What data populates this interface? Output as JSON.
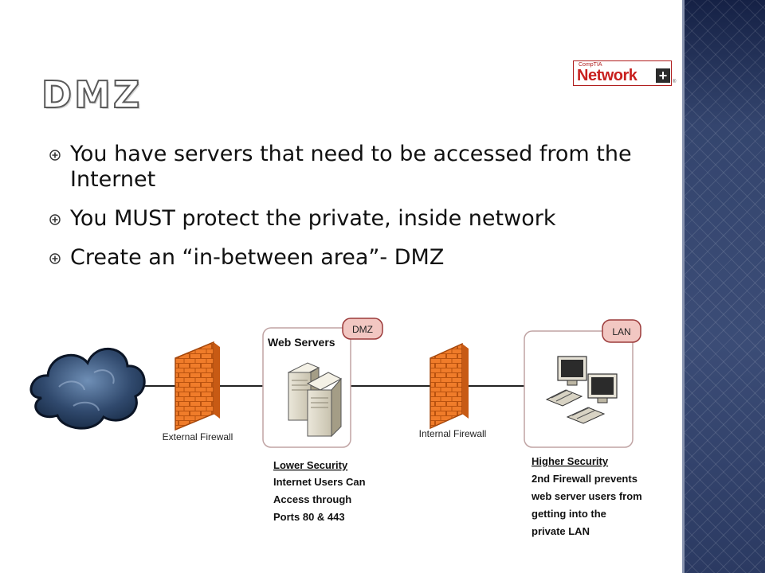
{
  "slide": {
    "title": "DMZ",
    "logo": {
      "small_text": "CompTIA",
      "word": "Network",
      "plus": "+",
      "reg": "®"
    },
    "bullets": [
      "You have servers that need to be accessed from the Internet",
      "You MUST protect the private, inside network",
      "Create an “in-between area”- DMZ"
    ],
    "bullet_icon": "circled-plus-icon"
  },
  "diagram": {
    "external_firewall_label": "External Firewall",
    "internal_firewall_label": "Internal Firewall",
    "dmz_zone": {
      "tag": "DMZ",
      "title": "Web Servers"
    },
    "lan_zone": {
      "tag": "LAN"
    },
    "dmz_notes": [
      "Lower Security",
      "Internet Users Can",
      "Access through",
      "Ports 80 & 443"
    ],
    "lan_notes": [
      "Higher Security",
      "2nd Firewall prevents",
      "web server users from",
      "getting into the",
      "private LAN"
    ],
    "colors": {
      "accent_red": "#c8211f",
      "side_band": "#2d3c62",
      "zone_border": "#c0a4a4",
      "tag_fill": "#f2c7c2"
    }
  }
}
